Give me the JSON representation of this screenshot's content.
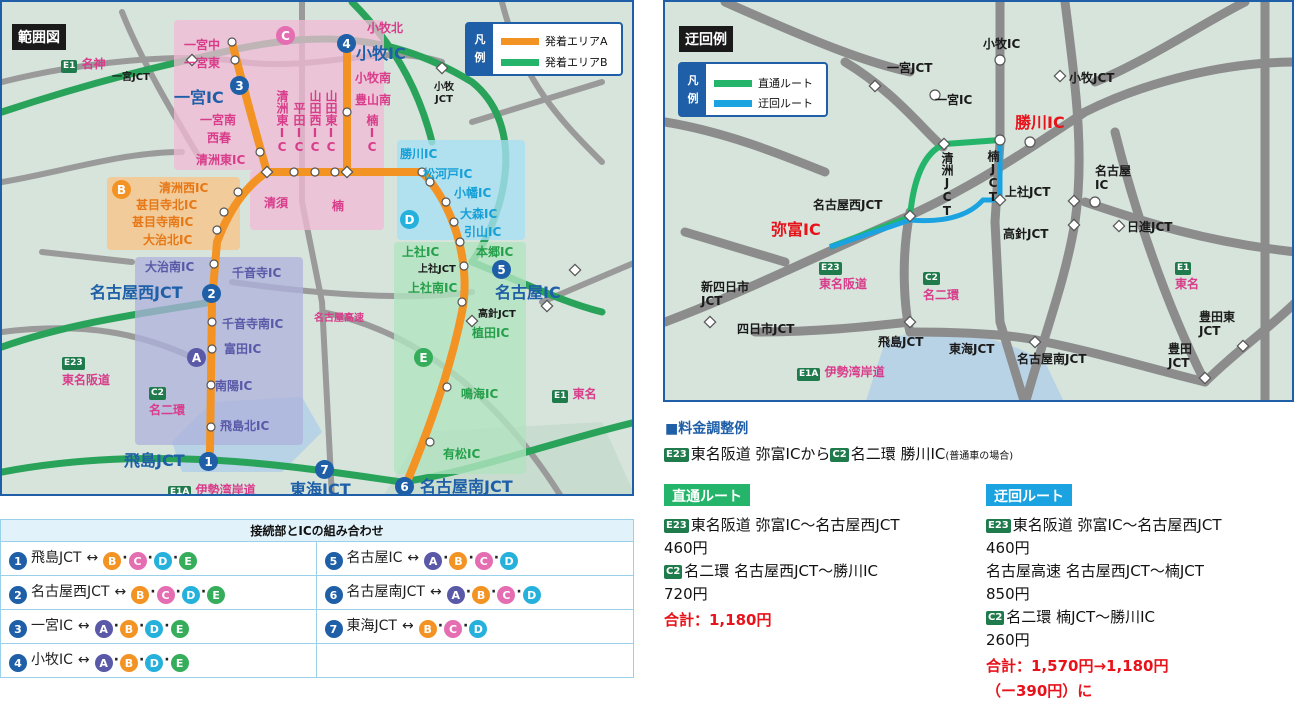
{
  "left_map": {
    "title": "範囲図",
    "legend": {
      "vertical_label": [
        "凡",
        "例"
      ],
      "items": [
        {
          "label": "発着エリアA",
          "color": "#f39323"
        },
        {
          "label": "発着エリアB",
          "color": "#25b56a"
        }
      ]
    },
    "zone_letters": [
      "A",
      "B",
      "C",
      "D",
      "E"
    ],
    "zone_colors": {
      "A": "#5a59a8",
      "B": "#f39323",
      "C": "#e56db1",
      "D": "#26b1dd",
      "E": "#35ad5a"
    },
    "numbers": [
      "1",
      "2",
      "3",
      "4",
      "5",
      "6",
      "7"
    ],
    "labels": {
      "e1_meishin_shield": "E1",
      "meishin": "名神",
      "ichinomiya_jct_small": "一宮JCT",
      "ichinomiya_naka": "一宮中",
      "ichinomiya_higashi": "一宮東",
      "ichinomiya_ic": "一宮IC",
      "ichinomiya_minami": "一宮南",
      "nishiharu": "西春",
      "kiyosu_higashi_ic": "清洲東IC",
      "kiyosu_nishi_ic": "清洲西IC",
      "jimokuji_kita_ic": "甚目寺北IC",
      "jimokuji_minami_ic": "甚目寺南IC",
      "oharu_kita_ic": "大治北IC",
      "oharu_minami_ic": "大治南IC",
      "senonji_ic": "千音寺IC",
      "nagoya_nishi_jct": "名古屋西JCT",
      "senonji_minami_ic": "千音寺南IC",
      "tomida_ic": "富田IC",
      "nanyo_ic": "南陽IC",
      "tobishima_kita_ic": "飛島北IC",
      "tobishima_jct": "飛島JCT",
      "e23_shield": "E23",
      "tomei_hanshin": "東名阪道",
      "c2_shield": "C2",
      "meinikan": "名二環",
      "e1a_shield": "E1A",
      "isewangan": "伊勢湾岸道",
      "tokai_jct": "東海JCT",
      "nagoya_minami_jct": "名古屋南JCT",
      "arimatsu_ic": "有松IC",
      "narumi_ic": "鳴海IC",
      "e1_tomei_shield": "E1",
      "tomei": "東名",
      "nagoya_kosoku": "名古屋高速",
      "ueta_ic": "植田IC",
      "takabari_jct": "高針JCT",
      "kamiyashiro_minami_ic": "上社南IC",
      "kamiyashiro_jct": "上社JCT",
      "kamiyashiro_ic": "上社IC",
      "hongo_ic": "本郷IC",
      "hikiyama_ic": "引山IC",
      "omori_ic": "大森IC",
      "kobata_ic": "小幡IC",
      "shogawado_ic": "松河戸IC",
      "kachigawa_ic": "勝川IC",
      "nagoya_ic": "名古屋IC",
      "komaki_kita": "小牧北",
      "komaki_ic": "小牧IC",
      "komaki_minami": "小牧南",
      "toyoyama_minami": "豊山南",
      "komaki_jct": "小牧JCT",
      "kiyosu": "清須",
      "kusunoki": "楠",
      "v_kiyosu_higashi_ic": "清洲東IC",
      "v_hirata_ic": "平田IC",
      "v_yamada_nishi_ic": "山田西IC",
      "v_yamada_higashi_ic": "山田東IC",
      "v_kusunoki_ic": "楠IC"
    }
  },
  "right_map": {
    "title": "迂回例",
    "legend": {
      "vertical_label": [
        "凡",
        "例"
      ],
      "items": [
        {
          "label": "直通ルート",
          "color": "#25b56a"
        },
        {
          "label": "迂回ルート",
          "color": "#1aa3e0"
        }
      ]
    },
    "labels": {
      "komaki_ic": "小牧IC",
      "ichinomiya_jct": "一宮JCT",
      "komaki_jct": "小牧JCT",
      "ichinomiya_ic": "一宮IC",
      "kachigawa_ic": "勝川IC",
      "kiyosu_jct": "清洲JCT",
      "kusunoki_jct": "楠JCT",
      "nagoya_ic": "名古屋IC",
      "kamiyashiro_jct": "上社JCT",
      "nagoya_nishi_jct": "名古屋西JCT",
      "yatomi_ic": "弥富IC",
      "nisshin_jct": "日進JCT",
      "takabari_jct": "高針JCT",
      "e23_shield": "E23",
      "tomei_hanshin": "東名阪道",
      "c2_shield": "C2",
      "meinikan": "名二環",
      "e1_shield": "E1",
      "tomei": "東名",
      "shin_yokkaichi_jct": "新四日市JCT",
      "yokkaichi_jct": "四日市JCT",
      "tobishima_jct": "飛島JCT",
      "tokai_jct": "東海JCT",
      "nagoya_minami_jct": "名古屋南JCT",
      "toyota_higashi_jct": "豊田東JCT",
      "toyota_jct": "豊田JCT",
      "e1a_shield": "E1A",
      "isewangan": "伊勢湾岸道"
    }
  },
  "combination_table": {
    "header": "接続部とICの組み合わせ",
    "rows": [
      [
        {
          "num": "1",
          "name": "飛島JCT",
          "arrow": "↔",
          "zones": [
            "B",
            "C",
            "D",
            "E"
          ]
        },
        {
          "num": "5",
          "name": "名古屋IC",
          "arrow": "↔",
          "zones": [
            "A",
            "B",
            "C",
            "D"
          ]
        }
      ],
      [
        {
          "num": "2",
          "name": "名古屋西JCT",
          "arrow": "↔",
          "zones": [
            "B",
            "C",
            "D",
            "E"
          ]
        },
        {
          "num": "6",
          "name": "名古屋南JCT",
          "arrow": "↔",
          "zones": [
            "A",
            "B",
            "C",
            "D"
          ]
        }
      ],
      [
        {
          "num": "3",
          "name": "一宮IC",
          "arrow": "↔",
          "zones": [
            "A",
            "B",
            "D",
            "E"
          ]
        },
        {
          "num": "7",
          "name": "東海JCT",
          "arrow": "↔",
          "zones": [
            "B",
            "C",
            "D"
          ]
        }
      ],
      [
        {
          "num": "4",
          "name": "小牧IC",
          "arrow": "↔",
          "zones": [
            "A",
            "B",
            "D",
            "E"
          ]
        },
        null
      ]
    ]
  },
  "fee": {
    "heading": "■料金調整例",
    "example": {
      "shield1": "E23",
      "text1": "東名阪道 弥富ICから",
      "shield2": "C2",
      "text2": "名二環 勝川IC",
      "note": "(普通車の場合)"
    },
    "direct": {
      "tag": "直通ルート",
      "tag_color": "#25b56a",
      "lines": [
        {
          "shield": "E23",
          "text": "東名阪道 弥富IC～名古屋西JCT"
        },
        {
          "shield": "",
          "text": "460円"
        },
        {
          "shield": "C2",
          "text": "名二環 名古屋西JCT～勝川IC"
        },
        {
          "shield": "",
          "text": "720円"
        }
      ],
      "total": "合計：1,180円"
    },
    "detour": {
      "tag": "迂回ルート",
      "tag_color": "#1aa3e0",
      "lines": [
        {
          "shield": "E23",
          "text": "東名阪道 弥富IC～名古屋西JCT"
        },
        {
          "shield": "",
          "text": "460円"
        },
        {
          "shield": "",
          "text": "名古屋高速 名古屋西JCT～楠JCT"
        },
        {
          "shield": "",
          "text": "850円"
        },
        {
          "shield": "C2",
          "text": "名二環 楠JCT～勝川IC"
        },
        {
          "shield": "",
          "text": "260円"
        }
      ],
      "total_line1": "合計：1,570円→1,180円",
      "total_line2": "（ー390円）に"
    }
  }
}
